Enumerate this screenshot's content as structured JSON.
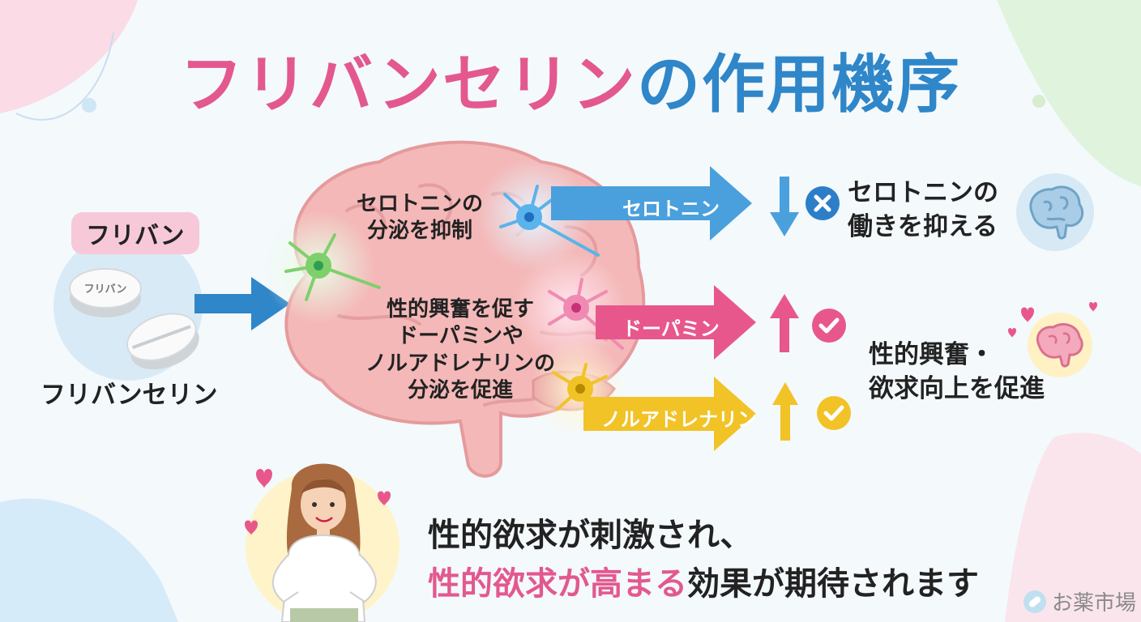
{
  "title": {
    "part1": "フリバンセリン",
    "part2": "の作用機序"
  },
  "drug": {
    "tag": "フリバン",
    "pill_imprint": "フリバン",
    "name": "フリバンセリン"
  },
  "brain_labels": {
    "serotonin_text": [
      "セロトニンの",
      "分泌を抑制"
    ],
    "dopamine_text": [
      "性的興奮を促す",
      "ドーパミンや",
      "ノルアドレナリンの",
      "分泌を促進"
    ]
  },
  "arrows": [
    {
      "label": "セロトニン",
      "color": "#4aa0dc",
      "direction": "down"
    },
    {
      "label": "ドーパミン",
      "color": "#e8578c",
      "direction": "up"
    },
    {
      "label": "ノルアドレナリン",
      "color": "#f2c327",
      "direction": "up"
    }
  ],
  "results": {
    "serotonin": [
      "セロトニンの",
      "働きを抑える"
    ],
    "arousal": [
      "性的興奮・",
      "欲求向上を促進"
    ]
  },
  "bottom": {
    "line1": "性的欲求が刺激され、",
    "line2_highlight": "性的欲求が高まる",
    "line2_rest": "効果が期待されます"
  },
  "logo": "お薬市場",
  "colors": {
    "pink": "#e3588f",
    "blue": "#2f86c8",
    "yellow": "#f2c327"
  }
}
